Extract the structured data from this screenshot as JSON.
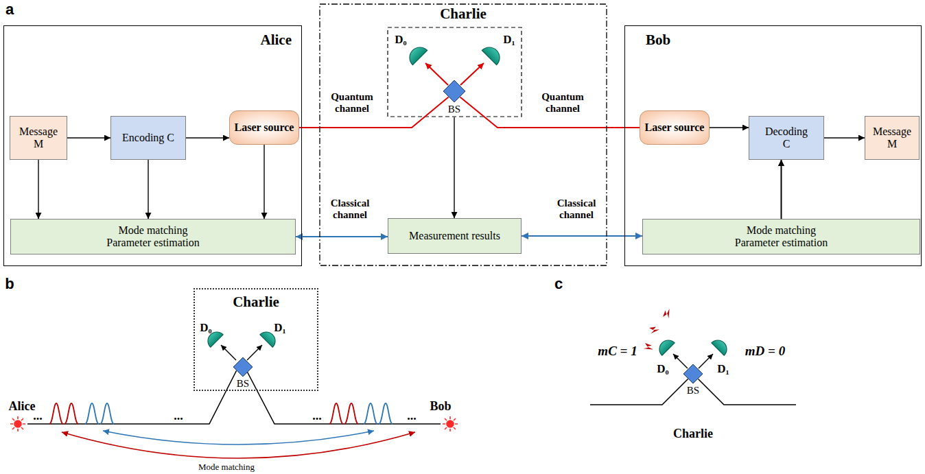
{
  "diagram": {
    "nodes": [
      {
        "text": [
          "Alice"
        ]
      },
      {
        "text": [
          "Message M"
        ],
        "in": 0
      },
      {
        "text": [
          "Encoding C"
        ],
        "in": 0
      },
      {
        "text": [
          "Laser source"
        ],
        "in": 0
      },
      {
        "text": [
          "Mode matching Parameter estimation"
        ],
        "in": 0
      },
      {
        "text": [
          "Charlie"
        ]
      },
      {
        "text": [
          "BS"
        ],
        "in": 5
      },
      {
        "text": [
          "Measurement results"
        ],
        "in": 5
      },
      {
        "text": [
          "Bob"
        ]
      },
      {
        "text": [
          "Laser source"
        ],
        "in": 8
      },
      {
        "text": [
          "Decoding C"
        ],
        "in": 8
      },
      {
        "text": [
          "Message M"
        ],
        "in": 8
      },
      {
        "text": [
          "Mode matching Parameter estimation"
        ],
        "in": 8
      },
      {
        "text": [
          "Charlie"
        ]
      },
      {
        "text": [
          "BS"
        ],
        "in": 13
      },
      {
        "text": [
          "BS"
        ]
      }
    ],
    "edges": [
      {
        "from": 1,
        "to": 2,
        "arrow": "to"
      },
      {
        "from": 2,
        "to": 3,
        "arrow": "to"
      },
      {
        "from": 1,
        "to": 4,
        "arrow": "to"
      },
      {
        "from": 2,
        "to": 4,
        "arrow": "to"
      },
      {
        "from": 3,
        "to": 4,
        "arrow": "to"
      },
      {
        "from": 3,
        "to": 6,
        "label": "Quantum channel",
        "arrow": "none"
      },
      {
        "from": 9,
        "to": 6,
        "label": "Quantum channel",
        "arrow": "none"
      },
      {
        "from": 6,
        "to": 7,
        "arrow": "to"
      },
      {
        "from": 4,
        "to": 7,
        "label": "Classical channel",
        "arrow": "both"
      },
      {
        "from": 7,
        "to": 12,
        "label": "Classical channel",
        "arrow": "both"
      },
      {
        "from": 9,
        "to": 10,
        "arrow": "to"
      },
      {
        "from": 10,
        "to": 11,
        "arrow": "to"
      },
      {
        "from": 12,
        "to": 9,
        "arrow": "to"
      },
      {
        "from": 12,
        "to": 10,
        "arrow": "to"
      },
      {
        "from": 12,
        "to": 11,
        "arrow": "to"
      }
    ],
    "labels": [
      "a",
      "D₀",
      "D₁",
      "b",
      "Alice",
      "...",
      "...",
      "...",
      "...",
      "Bob",
      "D₀",
      "D₁",
      "Mode matching",
      "c",
      "mC = 1",
      "D₀",
      "D₁",
      "mD = 0",
      "Charlie"
    ]
  }
}
